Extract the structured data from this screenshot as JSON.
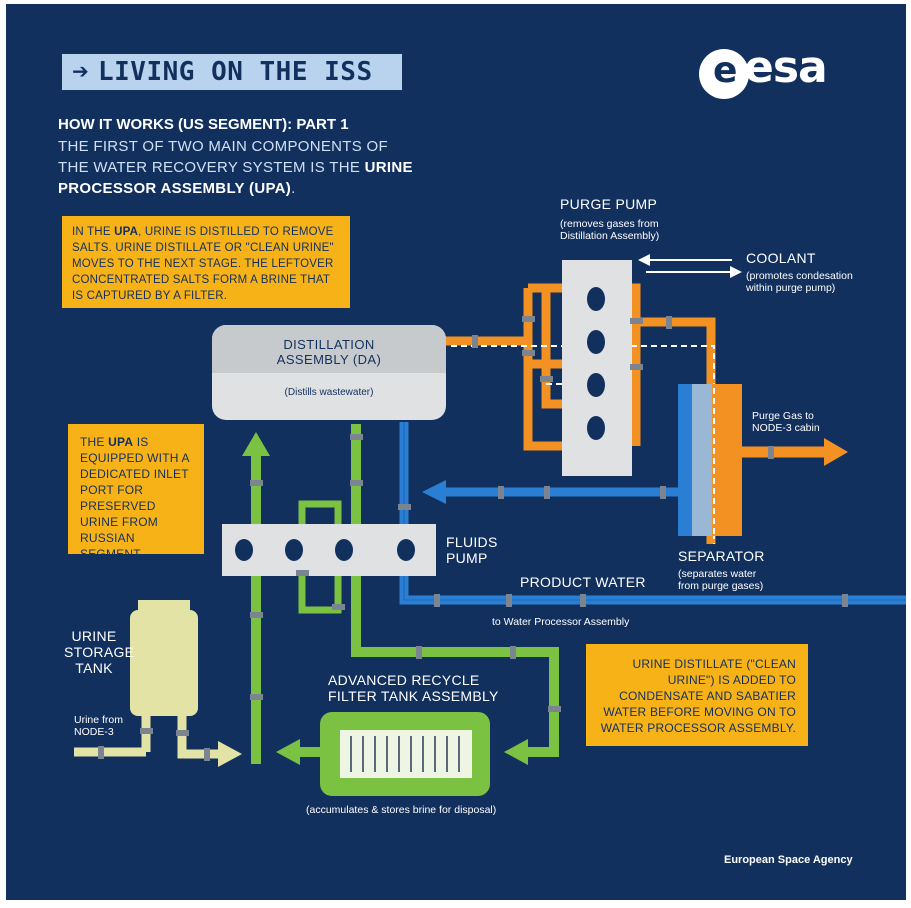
{
  "header": {
    "title": "LIVING ON THE ISS",
    "title_arrow": "➔",
    "logo_text": "esa",
    "heading": "HOW IT WORKS (US SEGMENT): PART 1",
    "subheading_pre": "THE FIRST OF TWO MAIN COMPONENTS OF THE WATER RECOVERY SYSTEM IS THE",
    "subheading_bold": "URINE PROCESSOR ASSEMBLY (UPA)",
    "subheading_post": "."
  },
  "notes": {
    "upa_intro_pre": "IN THE",
    "upa_intro_bold": "UPA",
    "upa_intro_post": ", URINE IS DISTILLED TO REMOVE SALTS. URINE DISTILLATE OR \"CLEAN URINE\" MOVES TO THE  NEXT STAGE. THE LEFTOVER CONCENTRATED SALTS FORM A BRINE THAT IS CAPTURED BY A FILTER.",
    "inlet_pre": "THE",
    "inlet_bold": "UPA",
    "inlet_post": "IS EQUIPPED WITH A DEDICATED INLET PORT FOR PRESERVED URINE FROM RUSSIAN SEGMENT.",
    "distillate": "URINE DISTILLATE (\"CLEAN URINE\") IS ADDED TO CONDENSATE AND SABATIER WATER BEFORE MOVING ON TO WATER PROCESSOR ASSEMBLY."
  },
  "components": {
    "distillation_title": "DISTILLATION ASSEMBLY (DA)",
    "distillation_desc": "(Distills wastewater)",
    "purge_pump_title": "PURGE PUMP",
    "purge_pump_desc": "(removes gases from Distillation Assembly)",
    "coolant_title": "COOLANT",
    "coolant_desc": "(promotes condesation within purge pump)",
    "purge_gas": "Purge Gas to NODE-3 cabin",
    "separator_title": "SEPARATOR",
    "separator_desc": "(separates water from purge gases)",
    "fluids_pump": "FLUIDS PUMP",
    "product_water": "PRODUCT WATER",
    "product_water_desc": "to Water Processor Assembly",
    "urine_tank": "URINE STORAGE TANK",
    "urine_from": "Urine from NODE-3",
    "arfta_title": "ADVANCED RECYCLE FILTER TANK ASSEMBLY",
    "arfta_desc": "(accumulates & stores brine for disposal)"
  },
  "footer": "European Space Agency",
  "colors": {
    "background": "#12305e",
    "orange_pipe": "#f39223",
    "blue_pipe": "#2a7fd4",
    "green_pipe": "#7cc242",
    "yellow_note": "#f7b218",
    "tank": "#e4e3a6"
  }
}
